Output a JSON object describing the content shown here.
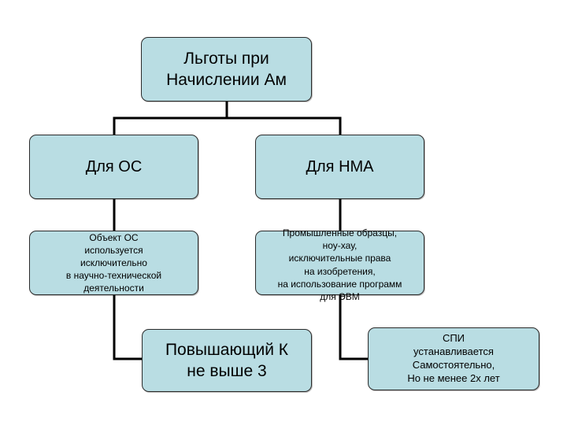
{
  "diagram": {
    "root": {
      "label": "Льготы при\nНачислении Ам"
    },
    "branch_os": {
      "label": "Для ОС"
    },
    "branch_nma": {
      "label": "Для НМА"
    },
    "os_description": {
      "label": "Объект ОС\nиспользуется\nисключительно\nв научно-технической\nдеятельности"
    },
    "nma_description": {
      "label": "Промышленные образцы,\nноу-хау,\nисключительные права\nна изобретения,\nна использование программ\nдля ЭВМ"
    },
    "os_result": {
      "label": "Повышающий К\nне выше 3"
    },
    "nma_result": {
      "label": "СПИ\nустанавливается\nСамостоятельно,\nНо не менее 2х лет"
    }
  },
  "colors": {
    "node_fill": "#b9dde3",
    "node_border": "#2b2b2b",
    "connector": "#000000",
    "background": "#ffffff"
  }
}
